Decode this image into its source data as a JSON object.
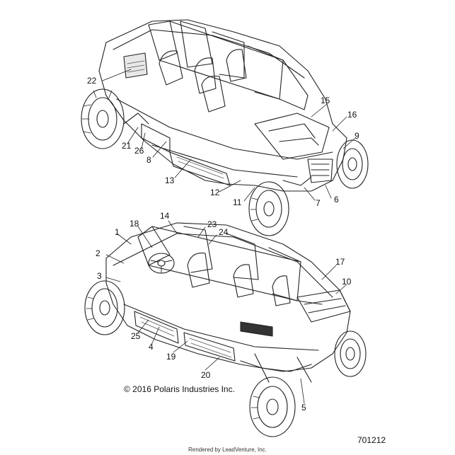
{
  "callouts": {
    "c1": "1",
    "c2": "2",
    "c3": "3",
    "c4": "4",
    "c5": "5",
    "c6": "6",
    "c7": "7",
    "c8": "8",
    "c9": "9",
    "c10": "10",
    "c11": "11",
    "c12": "12",
    "c13": "13",
    "c14": "14",
    "c15": "15",
    "c16": "16",
    "c17": "17",
    "c18": "18",
    "c19": "19",
    "c20": "20",
    "c21": "21",
    "c22": "22",
    "c23": "23",
    "c24": "24",
    "c25": "25",
    "c26": "26"
  },
  "footer": {
    "copyright": "© 2016 Polaris Industries Inc.",
    "diagram_id": "701212",
    "rendered_by": "Rendered by LeadVenture, Inc."
  },
  "colors": {
    "line": "#222222",
    "decal": "#555555",
    "background": "#ffffff"
  }
}
